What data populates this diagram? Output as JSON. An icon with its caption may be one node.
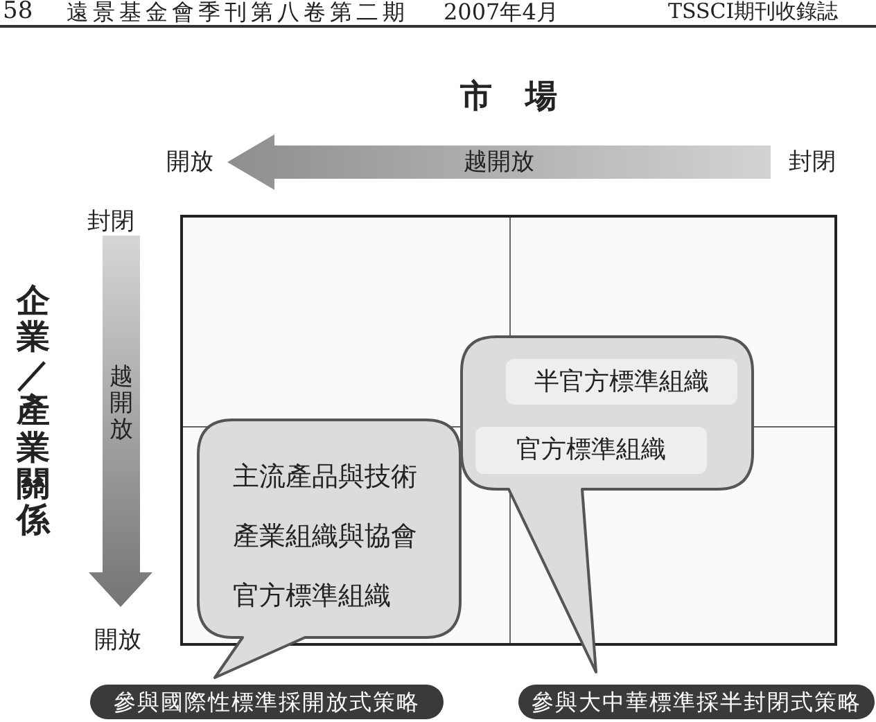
{
  "diagram": {
    "title": "市場",
    "nodes": [
      {
        "text": [
          "越開放"
        ],
        "beside": [
          "開放",
          "封閉"
        ]
      },
      {
        "text": [
          "越開放"
        ],
        "beside": [
          "封閉",
          "開放"
        ]
      },
      {
        "text": [],
        "shape": "callout"
      },
      {
        "text": [
          "半官方標準組織"
        ],
        "in": 2
      },
      {
        "text": [
          "官方標準組織"
        ],
        "in": 2
      },
      {
        "text": [
          "主流產品與技術",
          "產業組織與協會",
          "官方標準組織"
        ]
      },
      {
        "text": [
          "參與國際性標準採開放式策略"
        ]
      },
      {
        "text": [
          "參與大中華標準採半封閉式策略"
        ]
      }
    ],
    "labels": [
      "58",
      "遠景基金會季刊第八卷第二期",
      "2007年4月",
      "TSSCI期刊收錄誌",
      "企業／產業關係"
    ]
  }
}
